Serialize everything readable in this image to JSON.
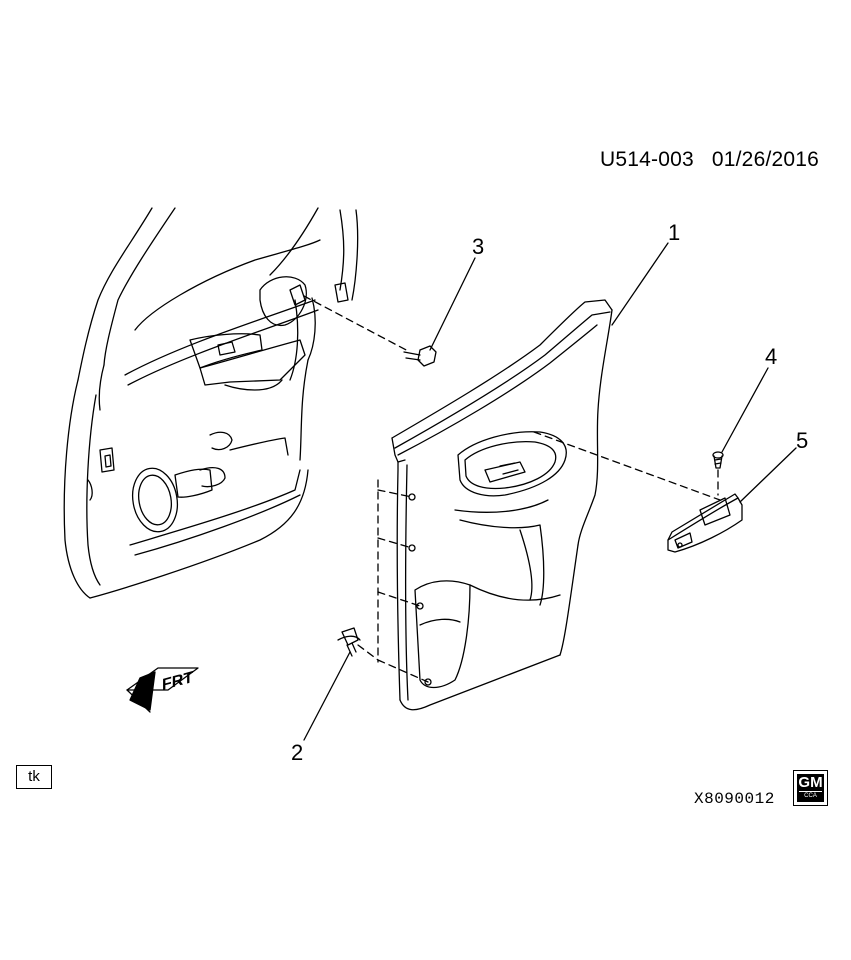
{
  "header": {
    "diagram_code": "U514-003",
    "date": "01/26/2016"
  },
  "callouts": [
    {
      "id": "callout-1",
      "label": "1"
    },
    {
      "id": "callout-2",
      "label": "2"
    },
    {
      "id": "callout-3",
      "label": "3"
    },
    {
      "id": "callout-4",
      "label": "4"
    },
    {
      "id": "callout-5",
      "label": "5"
    }
  ],
  "direction_indicator": "FRT",
  "footer": {
    "tag": "tk",
    "illustration_id": "X8090012",
    "logo_text": "GM",
    "logo_subtext": "CCA"
  }
}
